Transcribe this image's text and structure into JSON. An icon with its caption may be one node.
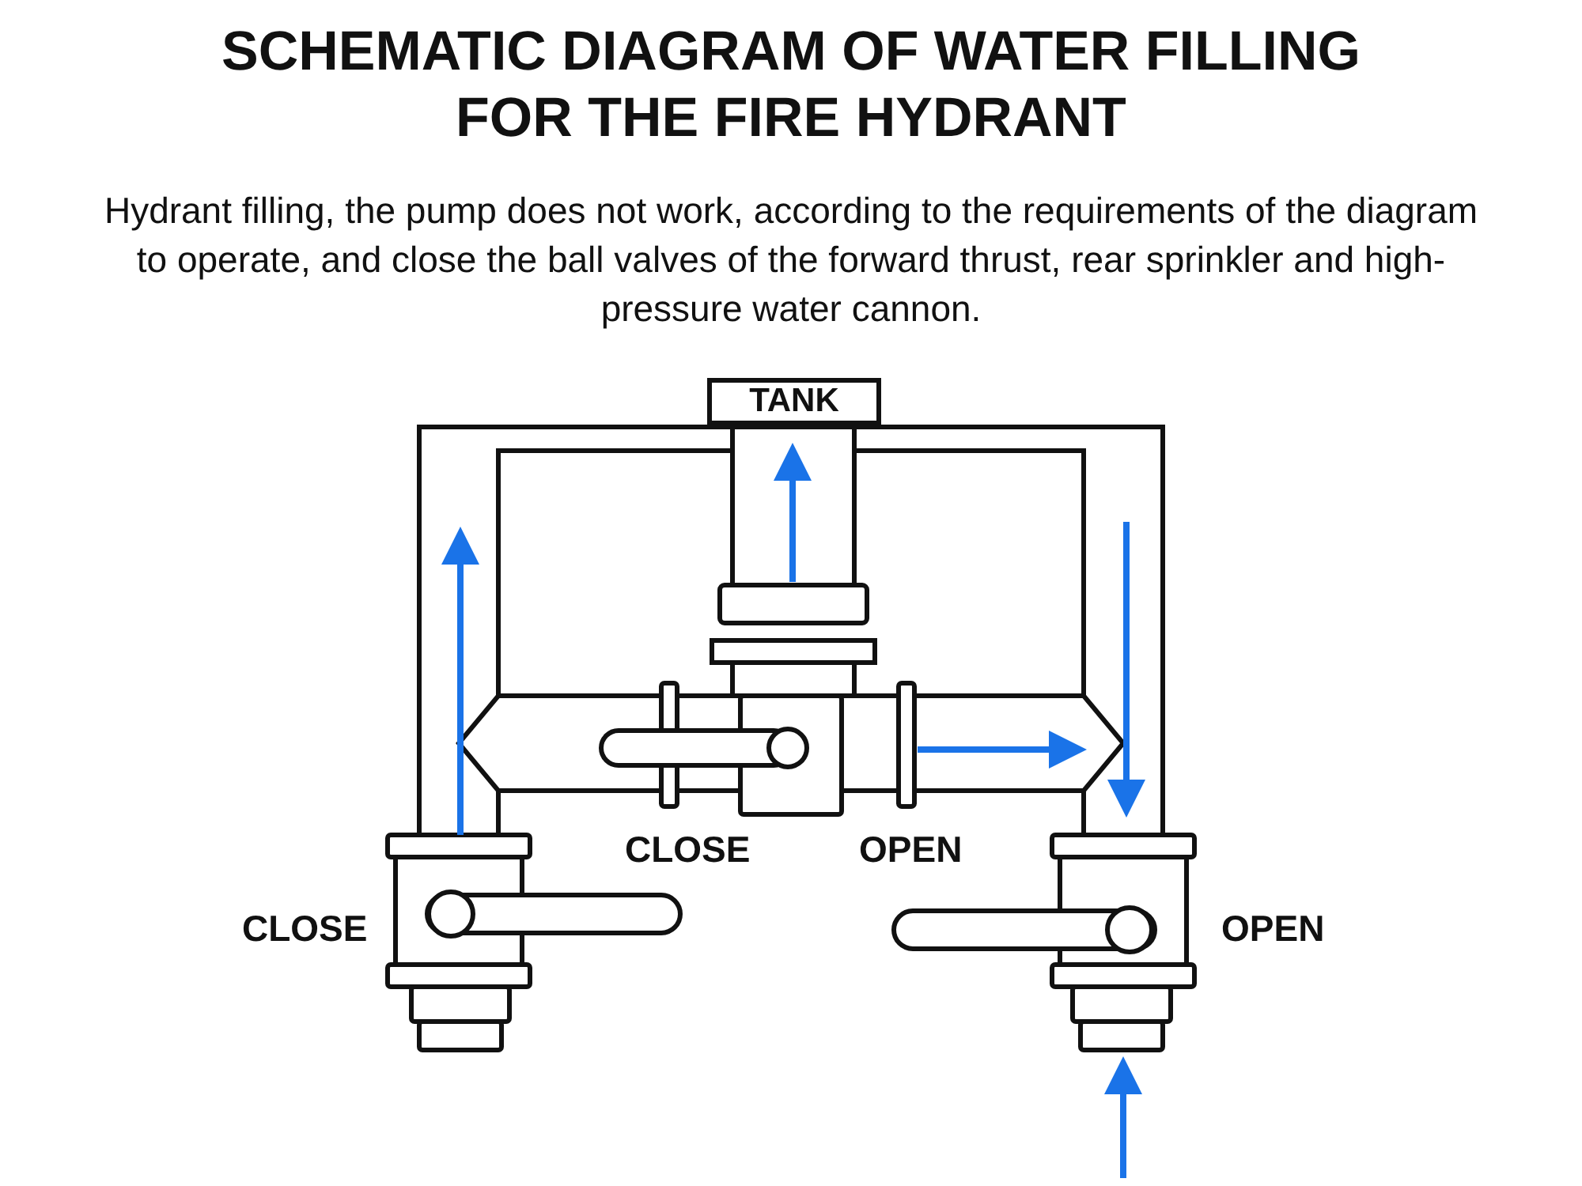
{
  "diagram": {
    "title": "SCHEMATIC DIAGRAM OF WATER FILLING FOR THE FIRE HYDRANT",
    "caption": "Hydrant filling, the pump does not work, according to the requirements of the diagram to operate, and close the ball valves of the forward thrust, rear sprinkler and high-pressure water cannon.",
    "nodes": [
      {
        "text": [
          "TANK"
        ]
      }
    ],
    "labels": [
      "CLOSE",
      "OPEN",
      "CLOSE",
      "OPEN"
    ]
  }
}
